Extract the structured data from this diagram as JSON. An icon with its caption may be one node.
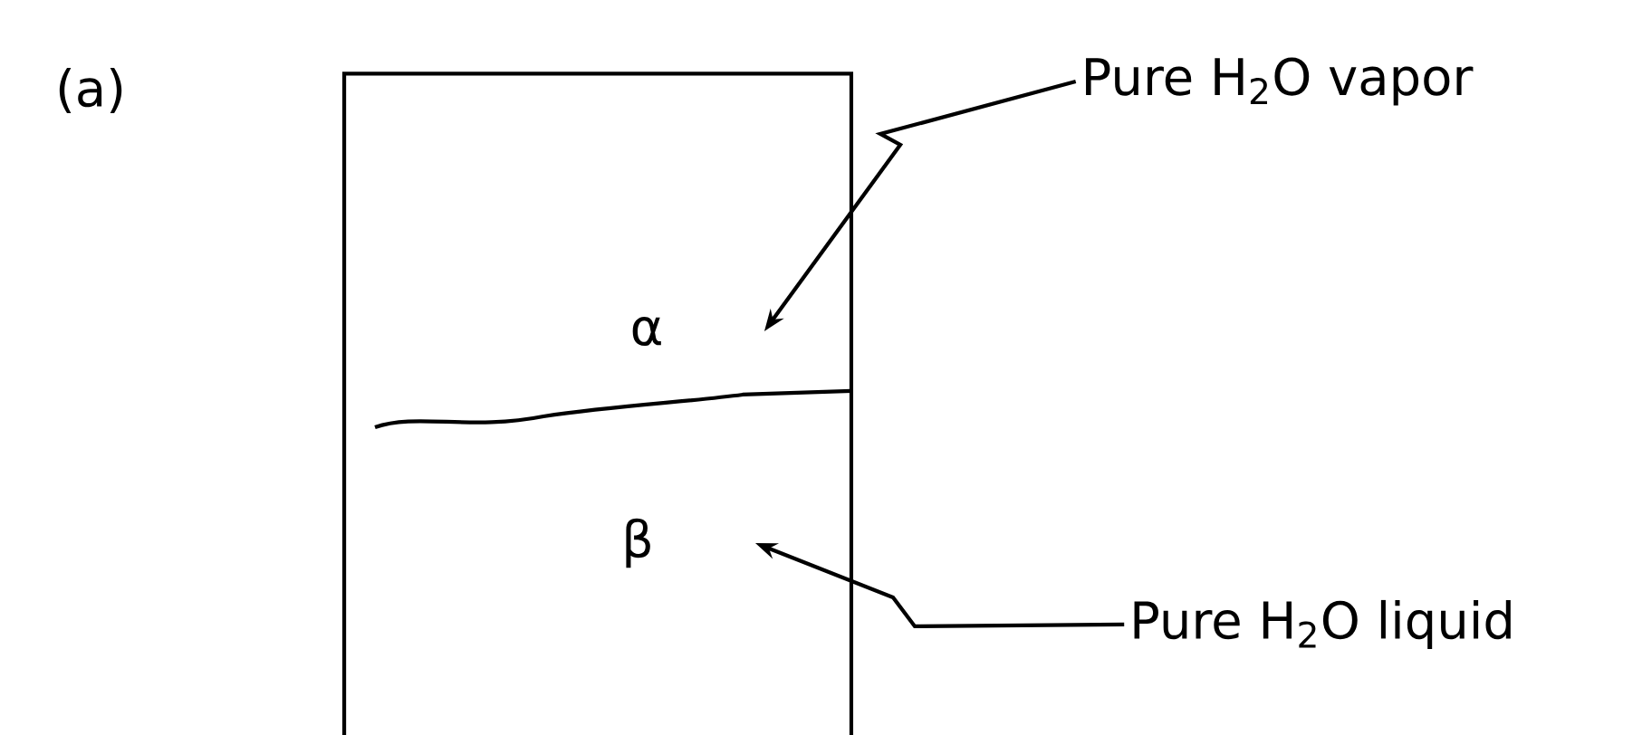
{
  "diagram": {
    "nodes": [
      {
        "text": [],
        "shape": "box"
      },
      {
        "text": [
          "α"
        ],
        "in": 0
      },
      {
        "text": [
          "β"
        ],
        "in": 0
      },
      {
        "text": [
          "Pure H$_{2}$O vapor"
        ]
      },
      {
        "text": [
          "Pure H$_{2}$O liquid"
        ]
      }
    ],
    "edges": [
      {
        "from": 3,
        "to": 1,
        "arrow": "to"
      },
      {
        "from": 4,
        "to": 2,
        "arrow": "to"
      }
    ],
    "labels": [
      "(a)"
    ]
  }
}
